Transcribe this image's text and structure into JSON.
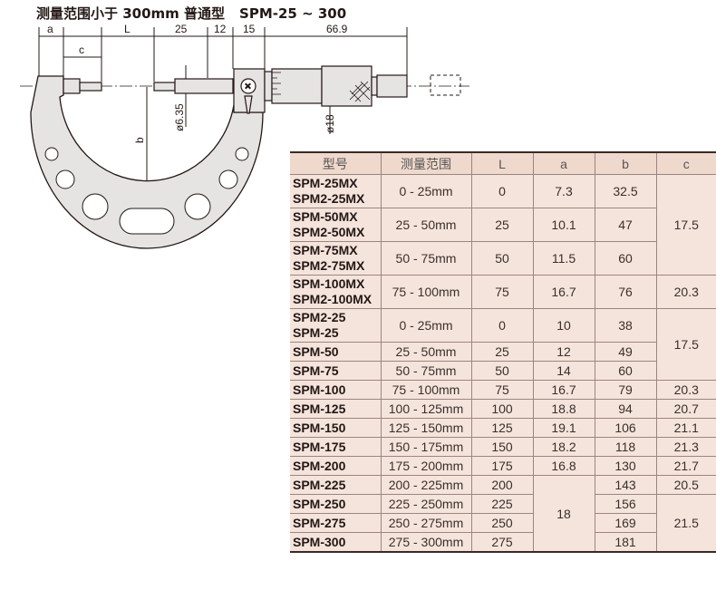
{
  "title": {
    "text": "测量范围小于 300mm 普通型",
    "series": "SPM-25 ~ 300"
  },
  "diagram": {
    "labels": {
      "a": "a",
      "c": "c",
      "L": "L",
      "b": "b",
      "d25": "25",
      "d12": "12",
      "d15": "15",
      "d66_9": "66.9",
      "spindle_dia": "ø6.35",
      "thimble_dia": "ø18"
    }
  },
  "table": {
    "headers": [
      "型号",
      "测量范围",
      "L",
      "a",
      "b",
      "c"
    ],
    "rows": [
      {
        "model": [
          "SPM-25MX",
          "SPM2-25MX"
        ],
        "range": "0 - 25mm",
        "L": "0",
        "a": "7.3",
        "b": "32.5",
        "c": "17.5"
      },
      {
        "model": [
          "SPM-50MX",
          "SPM2-50MX"
        ],
        "range": "25 - 50mm",
        "L": "25",
        "a": "10.1",
        "b": "47"
      },
      {
        "model": [
          "SPM-75MX",
          "SPM2-75MX"
        ],
        "range": "50 - 75mm",
        "L": "50",
        "a": "11.5",
        "b": "60"
      },
      {
        "model": [
          "SPM-100MX",
          "SPM2-100MX"
        ],
        "range": "75 - 100mm",
        "L": "75",
        "a": "16.7",
        "b": "76",
        "c": "20.3"
      },
      {
        "model": [
          "SPM2-25",
          "SPM-25"
        ],
        "range": "0 - 25mm",
        "L": "0",
        "a": "10",
        "b": "38",
        "c": "17.5"
      },
      {
        "model": [
          "SPM-50"
        ],
        "range": "25 - 50mm",
        "L": "25",
        "a": "12",
        "b": "49"
      },
      {
        "model": [
          "SPM-75"
        ],
        "range": "50 - 75mm",
        "L": "50",
        "a": "14",
        "b": "60"
      },
      {
        "model": [
          "SPM-100"
        ],
        "range": "75 - 100mm",
        "L": "75",
        "a": "16.7",
        "b": "79",
        "c": "20.3"
      },
      {
        "model": [
          "SPM-125"
        ],
        "range": "100 - 125mm",
        "L": "100",
        "a": "18.8",
        "b": "94",
        "c": "20.7"
      },
      {
        "model": [
          "SPM-150"
        ],
        "range": "125 - 150mm",
        "L": "125",
        "a": "19.1",
        "b": "106",
        "c": "21.1"
      },
      {
        "model": [
          "SPM-175"
        ],
        "range": "150 - 175mm",
        "L": "150",
        "a": "18.2",
        "b": "118",
        "c": "21.3"
      },
      {
        "model": [
          "SPM-200"
        ],
        "range": "175 - 200mm",
        "L": "175",
        "a": "16.8",
        "b": "130",
        "c": "21.7"
      },
      {
        "model": [
          "SPM-225"
        ],
        "range": "200 - 225mm",
        "L": "200",
        "a": "18",
        "b": "143",
        "c": "20.5"
      },
      {
        "model": [
          "SPM-250"
        ],
        "range": "225 - 250mm",
        "L": "225",
        "b": "156",
        "c": "21.5"
      },
      {
        "model": [
          "SPM-275"
        ],
        "range": "250 - 275mm",
        "L": "250",
        "b": "169"
      },
      {
        "model": [
          "SPM-300"
        ],
        "range": "275 - 300mm",
        "L": "275",
        "b": "181"
      }
    ]
  }
}
